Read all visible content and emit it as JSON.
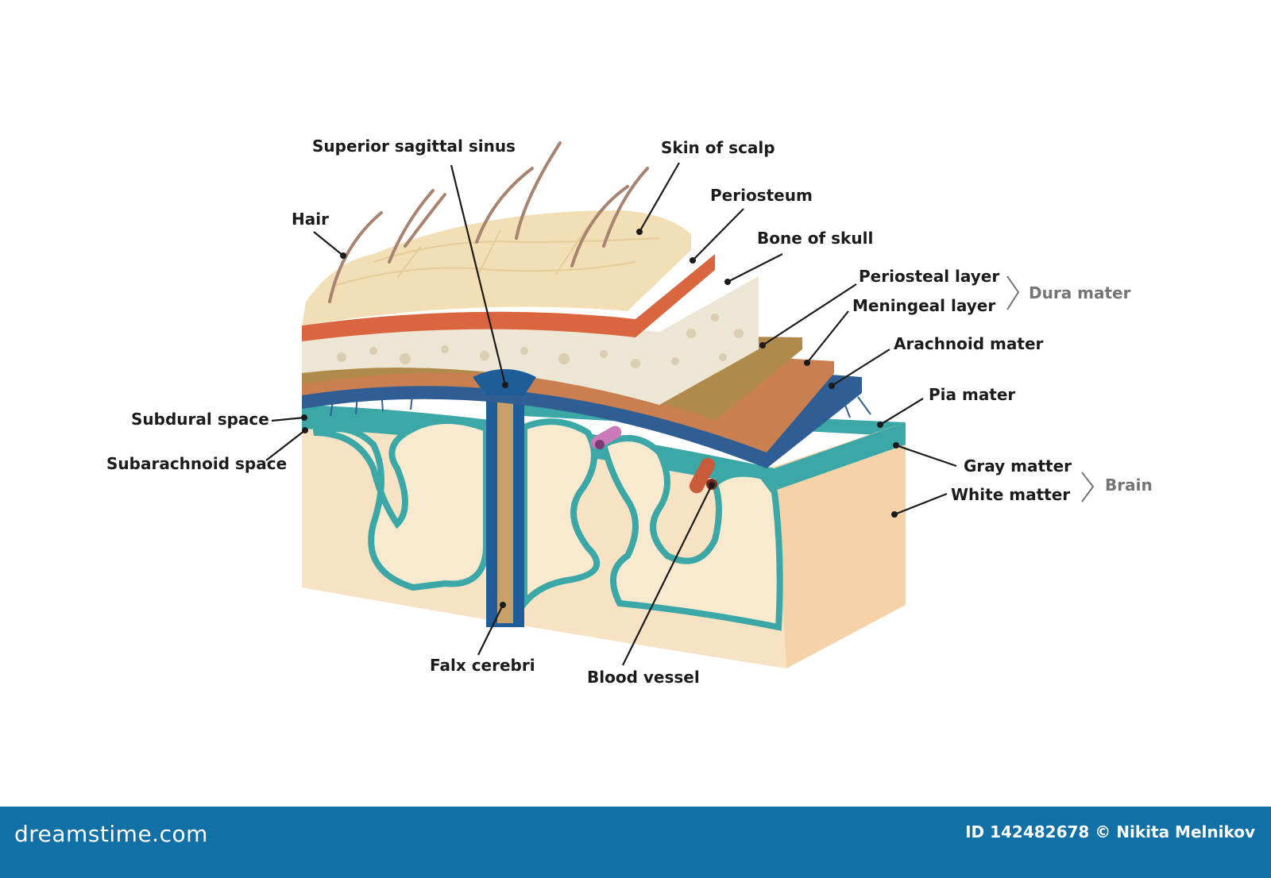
{
  "labels": {
    "superior_sagittal_sinus": "Superior sagittal sinus",
    "skin_of_scalp": "Skin of scalp",
    "hair": "Hair",
    "periosteum": "Periosteum",
    "bone_of_skull": "Bone of skull",
    "periosteal_layer": "Periosteal layer",
    "meningeal_layer": "Meningeal layer",
    "arachnoid_mater": "Arachnoid mater",
    "pia_mater": "Pia mater",
    "subdural_space": "Subdural space",
    "subarachnoid_space": "Subarachnoid space",
    "gray_matter": "Gray matter",
    "white_matter": "White matter",
    "falx_cerebri": "Falx cerebri",
    "blood_vessel": "Blood vessel"
  },
  "groups": {
    "dura_mater": "Dura mater",
    "brain": "Brain"
  },
  "footer": {
    "logo": "dreamstime.com",
    "image_id": "ID 142482678 © Nikita Melnikov"
  },
  "colors": {
    "footer_bar": "#1170a6",
    "scalp": "#f3dfb6",
    "periosteum": "#d9663f",
    "bone": "#eee6d4",
    "dura_periosteal": "#b08a4a",
    "dura_meningeal": "#c97f50",
    "arachnoid": "#2f5e95",
    "pia": "#3ba7a7",
    "gray_matter": "#f6d2a8",
    "white_matter": "#f7e3c4"
  }
}
